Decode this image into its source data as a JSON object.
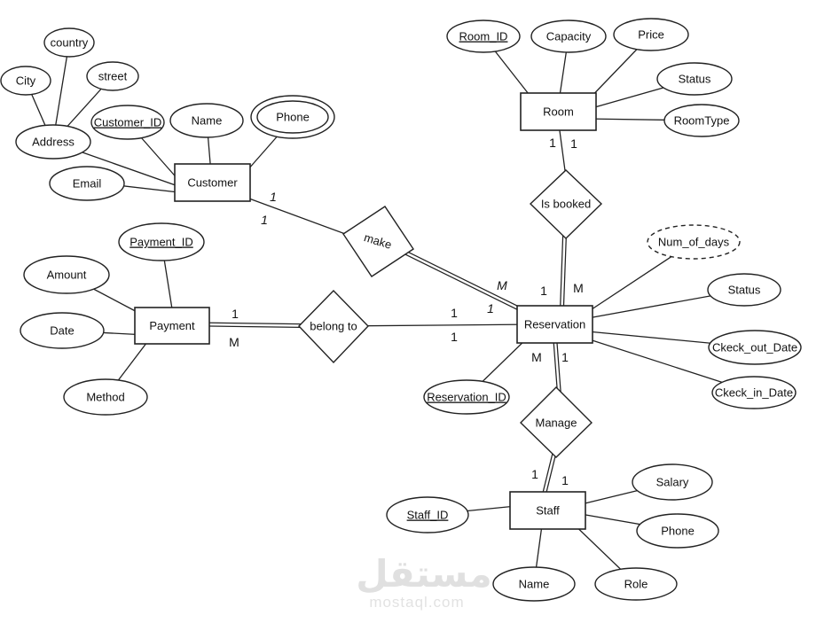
{
  "entities": {
    "customer": "Customer",
    "room": "Room",
    "payment": "Payment",
    "reservation": "Reservation",
    "staff": "Staff"
  },
  "relationships": {
    "make": "make",
    "is_booked": "Is booked",
    "belong_to": "belong to",
    "manage": "Manage"
  },
  "attributes": {
    "customer": {
      "city": "City",
      "country": "country",
      "street": "street",
      "address": "Address",
      "customer_id": "Customer_ID",
      "name": "Name",
      "phone": "Phone",
      "email": "Email"
    },
    "room": {
      "room_id": "Room_ID",
      "capacity": "Capacity",
      "price": "Price",
      "status": "Status",
      "room_type": "RoomType"
    },
    "payment": {
      "payment_id": "Payment_ID",
      "amount": "Amount",
      "date": "Date",
      "method": "Method"
    },
    "reservation": {
      "num_of_days": "Num_of_days",
      "status": "Status",
      "check_out_date": "Ckeck_out_Date",
      "check_in_date": "Ckeck_in_Date",
      "reservation_id": "Reservation_ID"
    },
    "staff": {
      "staff_id": "Staff_ID",
      "salary": "Salary",
      "phone": "Phone",
      "name": "Name",
      "role": "Role"
    }
  },
  "cardinalities": {
    "customer_make_top": "1",
    "customer_make_bottom": "1",
    "make_reservation_m": "M",
    "make_reservation_one": "1",
    "room_isbooked_left": "1",
    "room_isbooked_right": "1",
    "isbooked_reservation_left": "1",
    "isbooked_reservation_right": "M",
    "payment_belong_top": "1",
    "payment_belong_bottom": "M",
    "belong_reservation_top": "1",
    "belong_reservation_bottom": "1",
    "reservation_manage_left": "M",
    "reservation_manage_right": "1",
    "manage_staff_left": "1",
    "manage_staff_right": "1"
  },
  "watermark": {
    "brand_arabic": "مستقل",
    "brand_domain": "mostaql.com"
  }
}
